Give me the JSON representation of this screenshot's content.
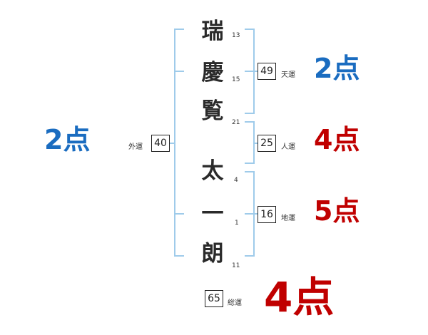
{
  "name": {
    "chars": [
      {
        "char": "瑞",
        "strokes": "13"
      },
      {
        "char": "慶",
        "strokes": "15"
      },
      {
        "char": "覧",
        "strokes": "21"
      },
      {
        "char": "太",
        "strokes": "4"
      },
      {
        "char": "一",
        "strokes": "1"
      },
      {
        "char": "朗",
        "strokes": "11"
      }
    ]
  },
  "fortunes": {
    "tenun": {
      "label": "天運",
      "value": "49",
      "score": "2点",
      "color": "#1a6cc0"
    },
    "jinun": {
      "label": "人運",
      "value": "25",
      "score": "4点",
      "color": "#c00000"
    },
    "chiun": {
      "label": "地運",
      "value": "16",
      "score": "5点",
      "color": "#c00000"
    },
    "gaiun": {
      "label": "外運",
      "value": "40",
      "score": "2点",
      "color": "#1a6cc0"
    },
    "soun": {
      "label": "総運",
      "value": "65",
      "score": "4点",
      "color": "#c00000"
    }
  },
  "colors": {
    "bracket": "#9fcbea"
  }
}
